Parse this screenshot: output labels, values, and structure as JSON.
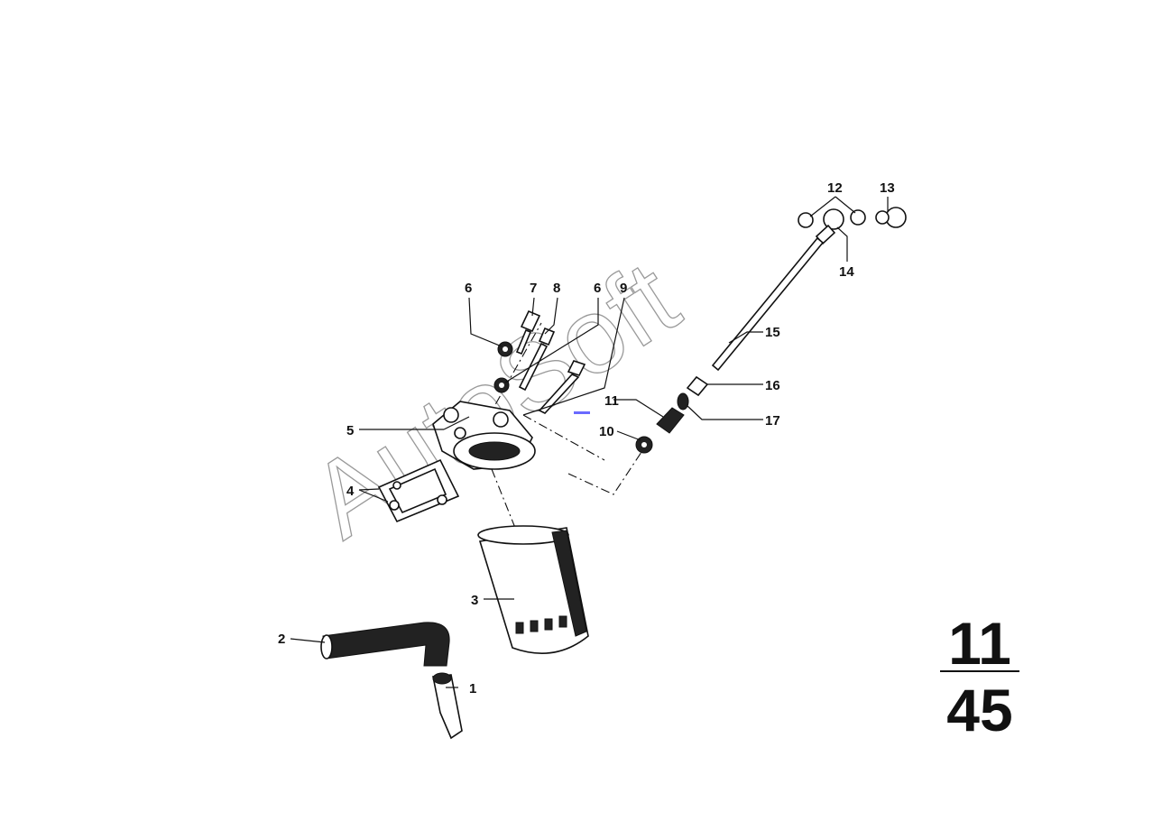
{
  "watermark": "AutoSoft",
  "page_number": {
    "group": "11",
    "page": "45"
  },
  "callouts": {
    "c1": "1",
    "c2": "2",
    "c3": "3",
    "c4": "4",
    "c5": "5",
    "c6a": "6",
    "c6b": "6",
    "c7": "7",
    "c8": "8",
    "c9": "9",
    "c10": "10",
    "c11": "11",
    "c12": "12",
    "c13": "13",
    "c14": "14",
    "c15": "15",
    "c16": "16",
    "c17": "17"
  },
  "colors": {
    "ink": "#111111",
    "watermark": "#9a9a9a",
    "accent": "#6a6aff"
  }
}
